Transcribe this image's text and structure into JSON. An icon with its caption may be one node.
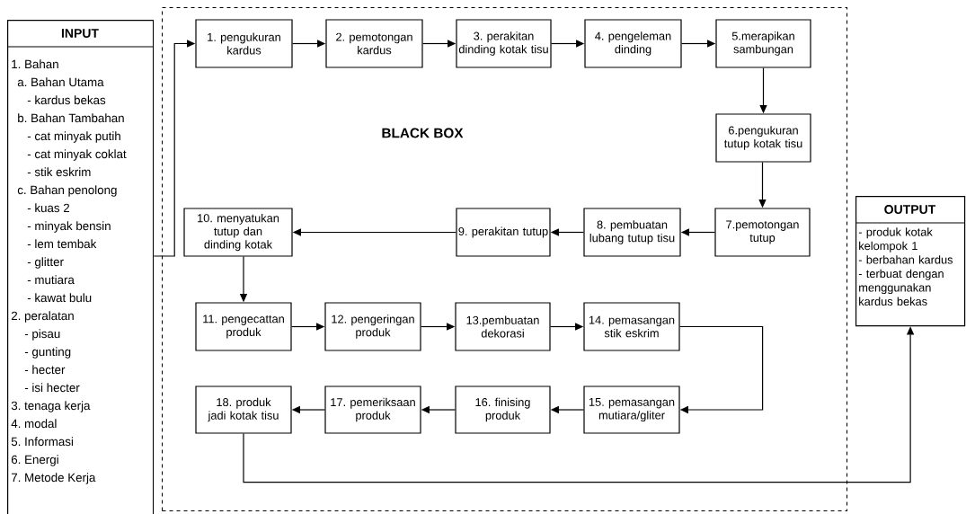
{
  "diagram": {
    "nodes": [
      {
        "text": [
          "INPUT",
          "1. Bahan",
          "a. Bahan Utama",
          "- kardus bekas",
          "b. Bahan Tambahan",
          "- cat minyak putih",
          "- cat minyak coklat",
          "- stik eskrim",
          "c. Bahan penolong",
          "- kuas 2",
          "- minyak bensin",
          "- lem tembak",
          "- glitter",
          "- mutiara",
          "- kawat bulu",
          "2. peralatan",
          "- pisau",
          "- gunting",
          "- hecter",
          "- isi hecter",
          "3. tenaga kerja",
          "4. modal",
          "5. Informasi",
          "6. Energi",
          "7. Metode Kerja"
        ]
      },
      {
        "text": [
          "BLACK BOX"
        ]
      },
      {
        "text": [
          "1. pengukuran kardus"
        ],
        "in": 1
      },
      {
        "text": [
          "2. pemotongan kardus"
        ],
        "in": 1
      },
      {
        "text": [
          "3. perakitan dinding kotak tisu"
        ],
        "in": 1
      },
      {
        "text": [
          "4. pengeleman dinding"
        ],
        "in": 1
      },
      {
        "text": [
          "5.merapikan sambungan"
        ],
        "in": 1
      },
      {
        "text": [
          "6.pengukuran tutup kotak tisu"
        ],
        "in": 1
      },
      {
        "text": [
          "7.pemotongan tutup"
        ],
        "in": 1
      },
      {
        "text": [
          "8. pembuatan lubang tutup tisu"
        ],
        "in": 1
      },
      {
        "text": [
          "9. perakitan tutup"
        ],
        "in": 1
      },
      {
        "text": [
          "10. menyatukan tutup dan dinding kotak"
        ],
        "in": 1
      },
      {
        "text": [
          "11. pengecattan produk"
        ],
        "in": 1
      },
      {
        "text": [
          "12. pengeringan produk"
        ],
        "in": 1
      },
      {
        "text": [
          "13.pembuatan dekorasi"
        ],
        "in": 1
      },
      {
        "text": [
          "14. pemasangan stik eskrim"
        ],
        "in": 1
      },
      {
        "text": [
          "15. pemasangan mutiara/gliter"
        ],
        "in": 1
      },
      {
        "text": [
          "16. finising produk"
        ],
        "in": 1
      },
      {
        "text": [
          "17. pemeriksaan produk"
        ],
        "in": 1
      },
      {
        "text": [
          "18. produk jadi kotak tisu"
        ],
        "in": 1
      },
      {
        "text": [
          "OUTPUT",
          "- produk kotak kelompok 1",
          "- berbahan kardus",
          "- terbuat dengan menggunakan kardus bekas"
        ]
      }
    ],
    "edges": [
      {
        "from": 0,
        "to": 2,
        "arrow": "to"
      },
      {
        "from": 2,
        "to": 3,
        "arrow": "to"
      },
      {
        "from": 3,
        "to": 4,
        "arrow": "to"
      },
      {
        "from": 4,
        "to": 5,
        "arrow": "to"
      },
      {
        "from": 5,
        "to": 6,
        "arrow": "to"
      },
      {
        "from": 6,
        "to": 7,
        "arrow": "to"
      },
      {
        "from": 7,
        "to": 8,
        "arrow": "to"
      },
      {
        "from": 8,
        "to": 9,
        "arrow": "to"
      },
      {
        "from": 9,
        "to": 10,
        "arrow": "to"
      },
      {
        "from": 10,
        "to": 11,
        "arrow": "to"
      },
      {
        "from": 11,
        "to": 12,
        "arrow": "to"
      },
      {
        "from": 12,
        "to": 13,
        "arrow": "to"
      },
      {
        "from": 13,
        "to": 14,
        "arrow": "to"
      },
      {
        "from": 14,
        "to": 15,
        "arrow": "to"
      },
      {
        "from": 15,
        "to": 16,
        "arrow": "to"
      },
      {
        "from": 16,
        "to": 17,
        "arrow": "to"
      },
      {
        "from": 17,
        "to": 18,
        "arrow": "to"
      },
      {
        "from": 18,
        "to": 19,
        "arrow": "to"
      },
      {
        "from": 19,
        "to": 20,
        "arrow": "to"
      }
    ]
  }
}
